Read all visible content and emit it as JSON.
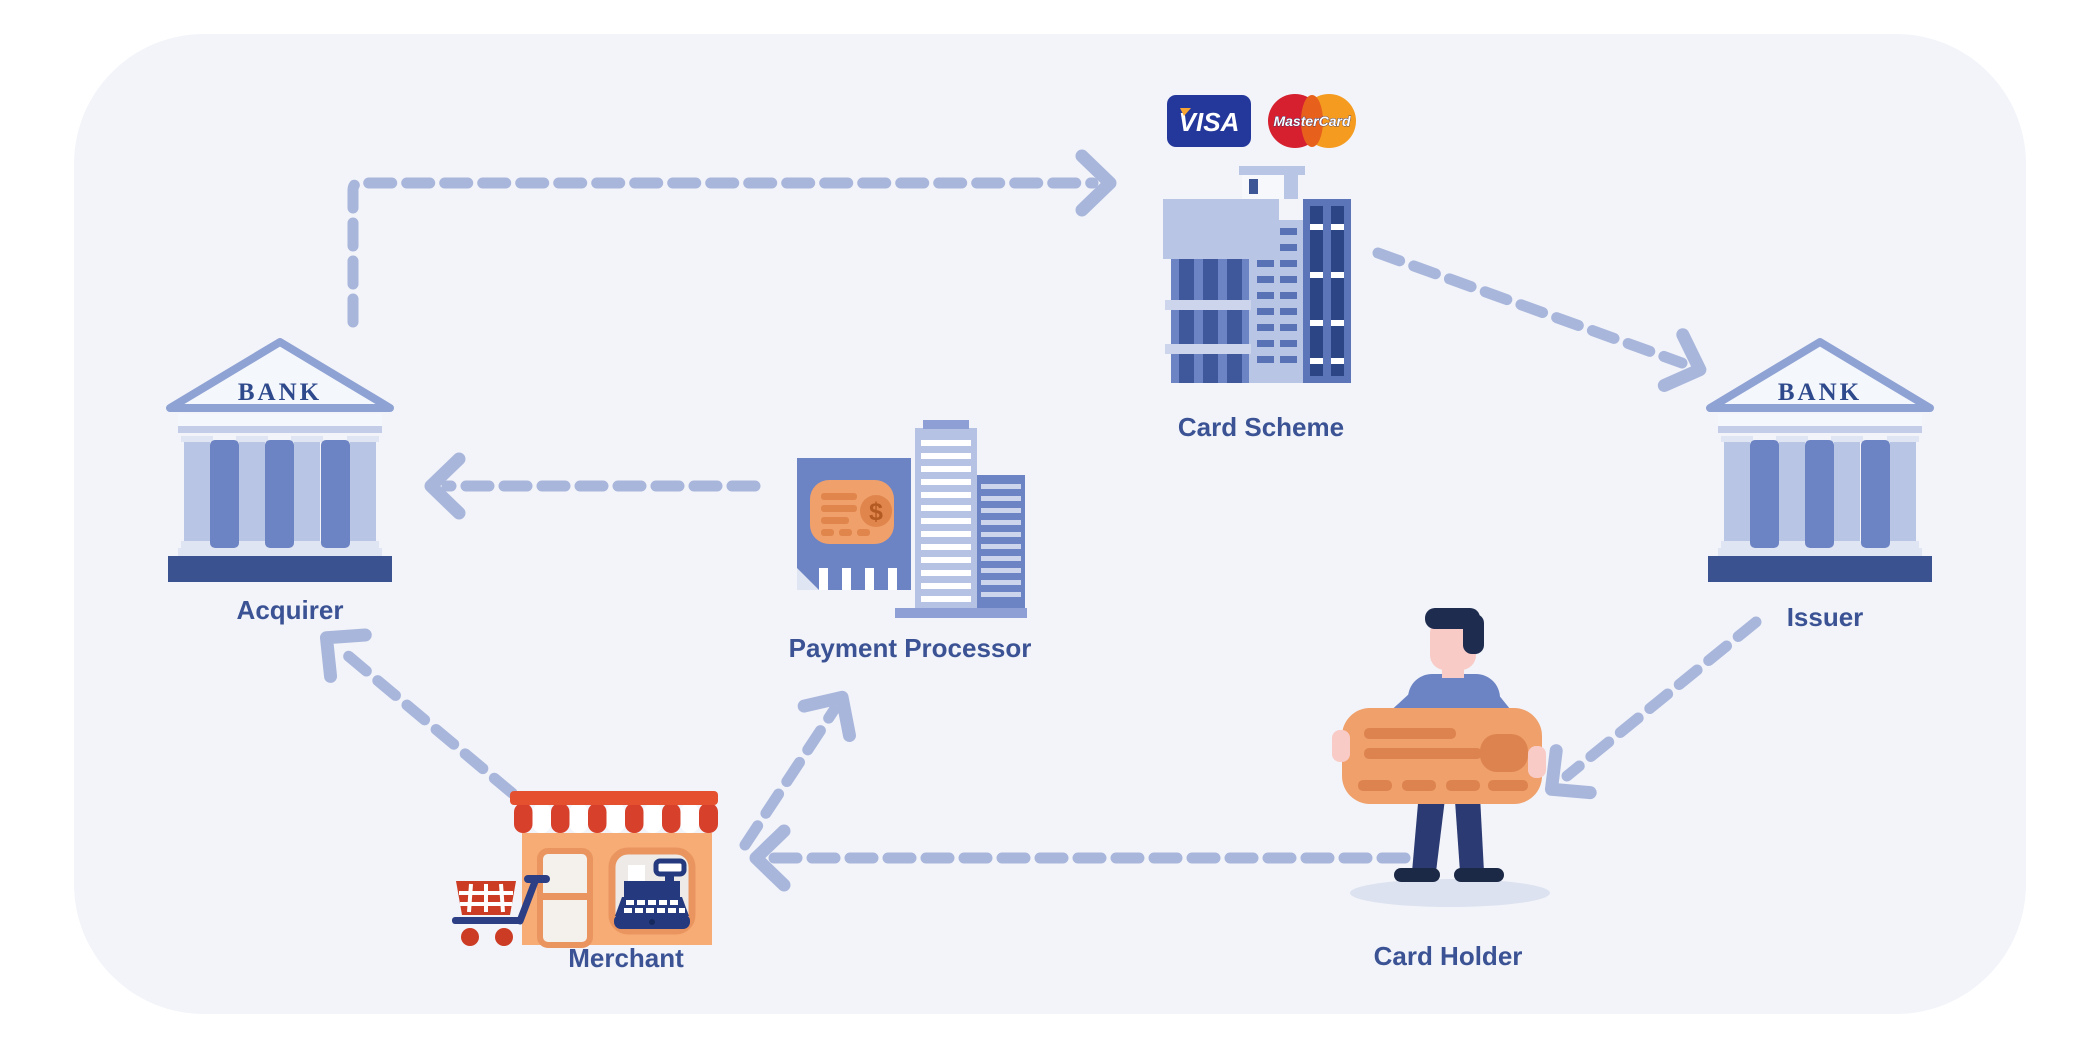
{
  "diagram_name": "card-payment-ecosystem",
  "nodes": {
    "acquirer": {
      "label": "Acquirer",
      "sign": "BANK"
    },
    "card_scheme": {
      "label": "Card Scheme"
    },
    "issuer": {
      "label": "Issuer",
      "sign": "BANK"
    },
    "payment_processor": {
      "label": "Payment Processor",
      "card_symbol": "$"
    },
    "merchant": {
      "label": "Merchant"
    },
    "card_holder": {
      "label": "Card Holder"
    }
  },
  "logos": {
    "visa": "VISA",
    "mastercard": "MasterCard"
  },
  "edges": [
    {
      "from": "Acquirer",
      "to": "Card Scheme",
      "style": "dashed-arrow"
    },
    {
      "from": "Card Scheme",
      "to": "Issuer",
      "style": "dashed-arrow"
    },
    {
      "from": "Issuer",
      "to": "Card Holder",
      "style": "dashed-arrow"
    },
    {
      "from": "Card Holder",
      "to": "Merchant",
      "style": "dashed-arrow"
    },
    {
      "from": "Merchant",
      "to": "Payment Processor",
      "style": "dashed-arrow"
    },
    {
      "from": "Merchant",
      "to": "Acquirer",
      "style": "dashed-arrow"
    },
    {
      "from": "Payment Processor",
      "to": "Acquirer",
      "style": "dashed-arrow"
    }
  ],
  "colors": {
    "panel": "#f2f4f9",
    "arrow": "#a9b6dc",
    "label_text": "#3b5394",
    "bank_sign_text": "#2e4a8c",
    "building_medium": "#6d84c4",
    "building_light": "#b9c5e4",
    "building_dark": "#3d5695",
    "bank_base": "#3a5390",
    "card_orange": "#f0a06b",
    "card_orange_dark": "#dd8350",
    "store_orange": "#f6ac74",
    "awning_red": "#d7402a",
    "cart_red": "#cc3b24",
    "register_navy": "#24397e",
    "skin": "#f8cbc6",
    "hair_navy": "#1e2c4f",
    "pants_navy": "#2b3a72",
    "visa_navy": "#24389c",
    "visa_accent": "#f9a533",
    "mastercard_red": "#d6202f",
    "mastercard_orange": "#f49b20"
  }
}
